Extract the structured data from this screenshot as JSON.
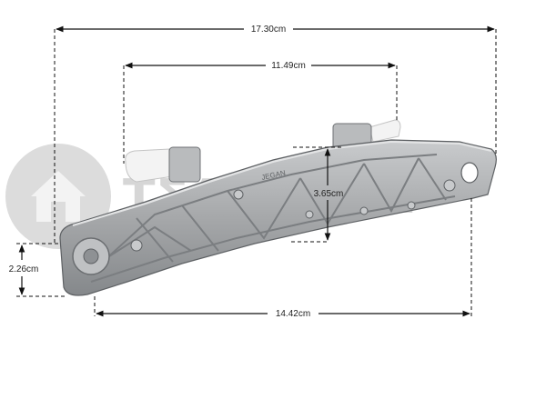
{
  "watermark": {
    "text": "ΤΣΑΚΩΝΑΣ",
    "color": "#d4d4d4"
  },
  "colors": {
    "metal": "#a9abad",
    "metal_dark": "#6d7073",
    "metal_light": "#cfd1d3",
    "plastic": "#f4f4f4",
    "dimension": "#111111"
  },
  "dimensions": {
    "overall_length": "17.30cm",
    "hinge_span": "11.49cm",
    "bottom_length": "14.42cm",
    "body_height": "3.65cm",
    "end_height": "2.26cm"
  },
  "part": {
    "stamp": "JEGAN"
  }
}
